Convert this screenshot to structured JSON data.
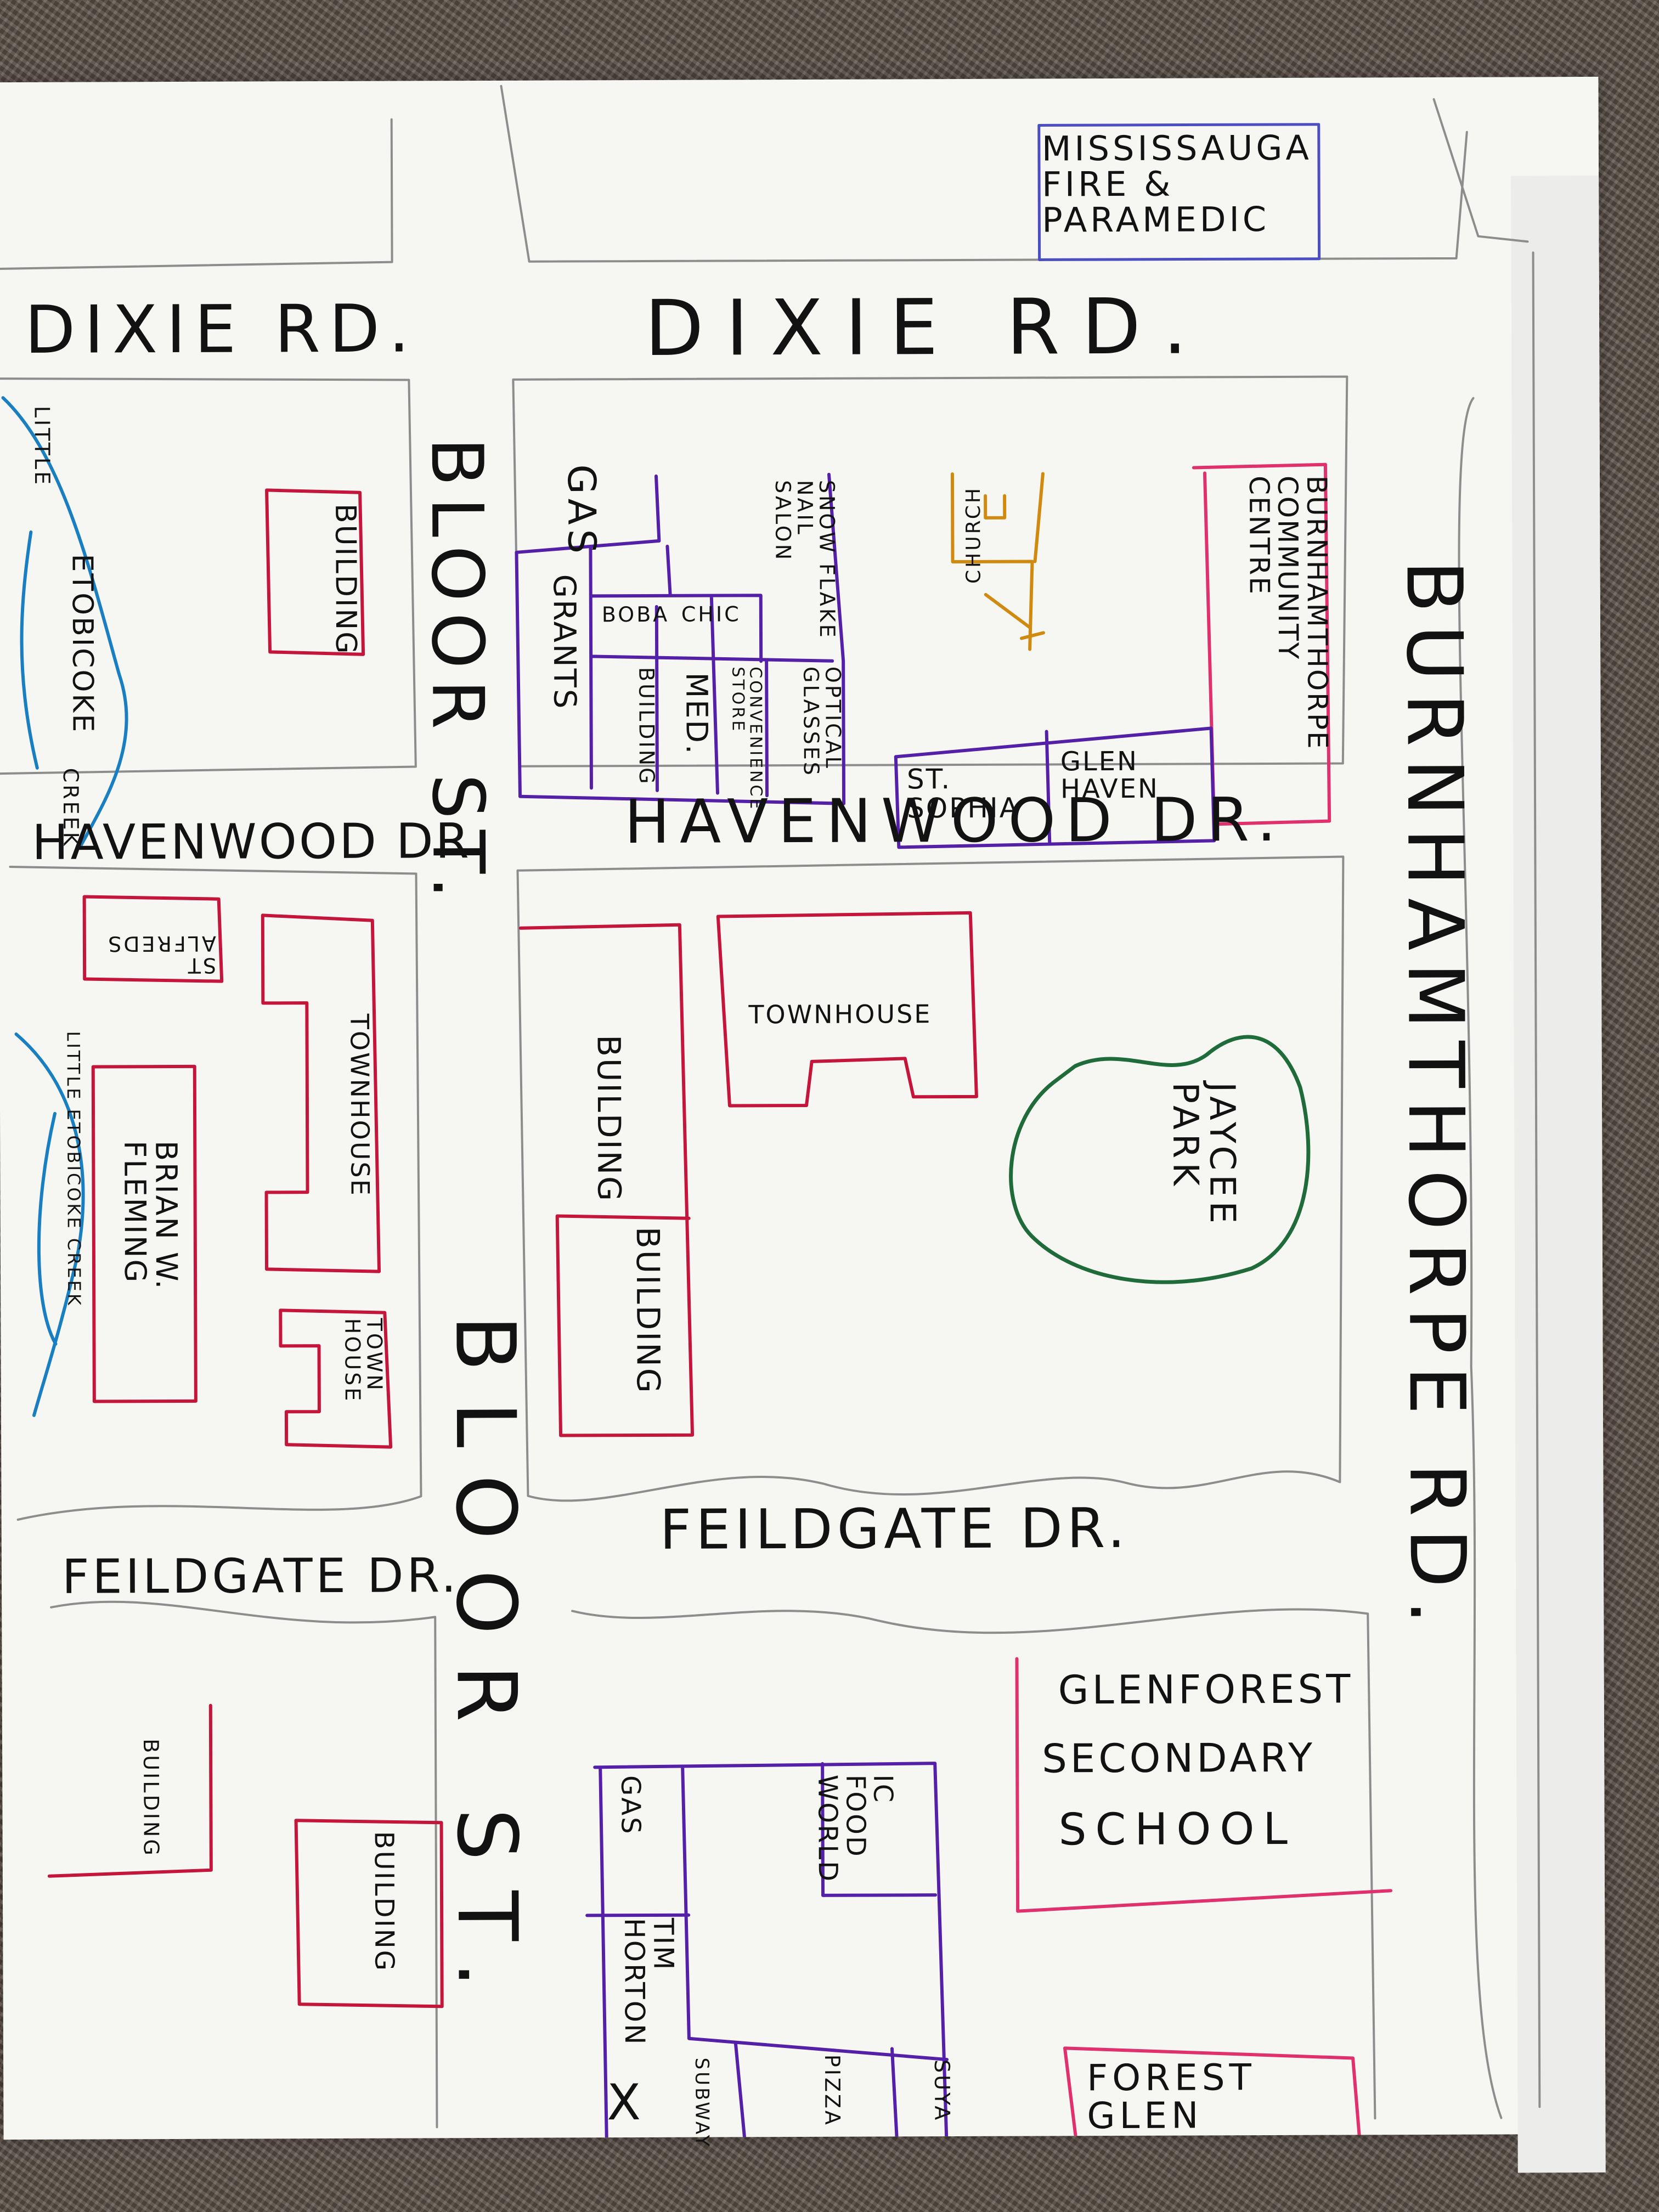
{
  "colors": {
    "pencil": "#8d8d8d",
    "red": "#c4163a",
    "pink": "#e0306e",
    "purple": "#5420a8",
    "green": "#1f6b3a",
    "blue": "#1a7fc0",
    "orange": "#d08a10"
  },
  "roads": {
    "dixie_left": "DIXIE RD.",
    "dixie_right": "DIXIE RD.",
    "havenwood_left": "HAVENWOOD DR",
    "havenwood_right": "HAVENWOOD DR.",
    "feildgate_left": "FEILDGATE DR.",
    "feildgate_right": "FEILDGATE DR.",
    "bloor_upper": "BLOOR ST.",
    "bloor_lower": "BLOOR ST.",
    "burnhamthorpe": "BURNHAMTHORPE RD."
  },
  "places": {
    "fire": "MISSISSAUGA\nFIRE &\nPARAMEDIC",
    "creek_upper_1": "LITTLE",
    "creek_upper_2": "ETOBICOKE",
    "creek_upper_3": "CREEK",
    "creek_lower": "LITTLE ETOBICOKE CREEK",
    "building_nw": "BUILDING",
    "gas_n": "GAS",
    "grants": "GRANTS",
    "boba": "BOBA",
    "chic": "CHIC",
    "snowflake": "SNOW FLAKE\nNAIL\nSALON",
    "building_small": "BUILDING",
    "med": "MED.",
    "convenience": "CONVENIENCE\nSTORE",
    "optical": "OPTICAL\nGLASSES",
    "church": "CHURCH",
    "st_sophia": "ST.\nSOPHIA",
    "glen_haven": "GLEN\nHAVEN",
    "community_centre": "BURNHAMTHORPE\nCOMMUNITY\nCENTRE",
    "st_alfreds": "ST\nALFREDS",
    "townhouse_w": "TOWNHOUSE",
    "brian_fleming": "BRIAN W.\nFLEMING",
    "town_house": "TOWN\nHOUSE",
    "building_c1": "BUILDING",
    "building_c2": "BUILDING",
    "townhouse_c": "TOWNHOUSE",
    "jaycee_park": "JAYCEE\nPARK",
    "building_sw1": "BUILDING",
    "building_sw2": "BUILDING",
    "gas_s": "GAS",
    "food_world": "IC\nFOOD\nWORLD",
    "tim_hortons": "TIM\nHORTON",
    "subway": "SUBWAY",
    "x_mark": "X",
    "pizza": "PIZZA",
    "suya": "SUYA",
    "glenforest_1": "GLENFOREST",
    "glenforest_2": "SECONDARY",
    "glenforest_3": "SCHOOL",
    "forest_glen": "FOREST\nGLEN"
  }
}
